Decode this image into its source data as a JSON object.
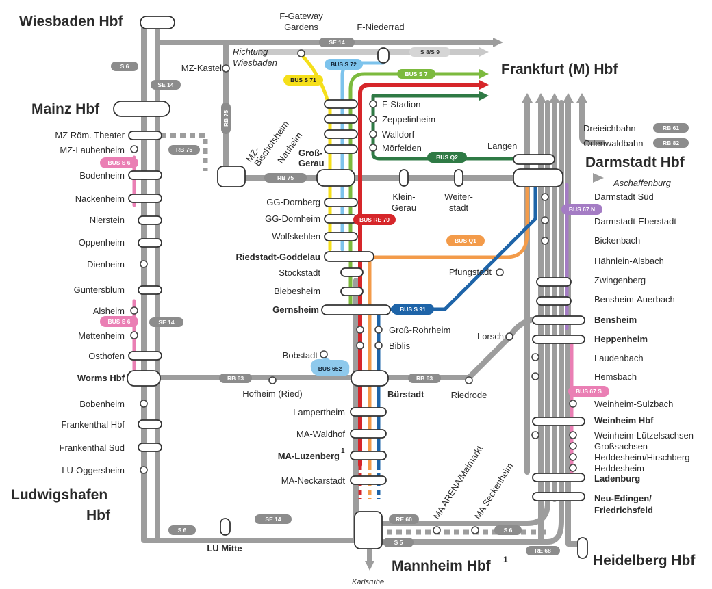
{
  "colors": {
    "track": "#9d9d9d",
    "track_light": "#c9c9c9",
    "s71_yellow": "#f5df1a",
    "s72_blue": "#7dc3ec",
    "s7_green": "#7cba3e",
    "re70_red": "#d6262a",
    "q2_darkgreen": "#2f7a45",
    "q1_orange": "#f39b4a",
    "s91_navy": "#1e64a8",
    "s6_pink": "#ea7fb4",
    "s67_purple": "#a47cc4",
    "b652_lightblue": "#8ec9ec",
    "tag_grey": "#8c8c8c"
  },
  "hubs": {
    "wiesbaden": "Wiesbaden Hbf",
    "frankfurt": "Frankfurt (M) Hbf",
    "mainz": "Mainz Hbf",
    "darmstadt": "Darmstadt Hbf",
    "ludwigshafen_1": "Ludwigshafen",
    "ludwigshafen_2": "Hbf",
    "mannheim": "Mannheim Hbf",
    "mannheim_sup": "1",
    "heidelberg": "Heidelberg Hbf"
  },
  "directions": {
    "richtung_1": "Richtung",
    "richtung_2": "Wiesbaden",
    "aschaffenburg": "Aschaffenburg",
    "karlsruhe": "Karlsruhe"
  },
  "left_stations": [
    "MZ Röm. Theater",
    "MZ-Laubenheim",
    "Bodenheim",
    "Nackenheim",
    "Nierstein",
    "Oppenheim",
    "Dienheim",
    "Guntersblum",
    "Alsheim",
    "Mettenheim",
    "Osthofen",
    "Worms Hbf",
    "Bobenheim",
    "Frankenthal Hbf",
    "Frankenthal Süd",
    "LU-Oggersheim"
  ],
  "mid_stations": {
    "mz_kastel": "MZ-Kastel",
    "gateway_1": "F-Gateway",
    "gateway_2": "Gardens",
    "niederrad": "F-Niederrad",
    "mz_bischofsheim_1": "MZ-",
    "mz_bischofsheim_2": "Bischofsheim",
    "nauheim": "Nauheim",
    "gross_gerau_1": "Groß-",
    "gross_gerau_2": "Gerau",
    "f_stadion": "F-Stadion",
    "zeppelinheim": "Zeppelinheim",
    "walldorf": "Walldorf",
    "moerfelden": "Mörfelden",
    "langen": "Langen",
    "klein_gerau_1": "Klein-",
    "klein_gerau_2": "Gerau",
    "weiterstadt_1": "Weiter-",
    "weiterstadt_2": "stadt",
    "gg_dornberg": "GG-Dornberg",
    "gg_dornheim": "GG-Dornheim",
    "wolfskehlen": "Wolfskehlen",
    "riedstadt": "Riedstadt-Goddelau",
    "stockstadt": "Stockstadt",
    "biebesheim": "Biebesheim",
    "gernsheim": "Gernsheim",
    "pfungstadt": "Pfungstadt",
    "gross_rohrheim": "Groß-Rohrheim",
    "biblis": "Biblis",
    "lorsch": "Lorsch",
    "bobstadt": "Bobstadt",
    "hofheim": "Hofheim (Ried)",
    "buerstadt": "Bürstadt",
    "riedrode": "Riedrode",
    "lampertheim": "Lampertheim",
    "ma_waldhof": "MA-Waldhof",
    "ma_luzenberg": "MA-Luzenberg",
    "ma_luzenberg_sup": "1",
    "ma_neckarstadt": "MA-Neckarstadt",
    "ma_arena": "MA ARENA/Maimarkt",
    "ma_seckenheim": "MA Seckenheim",
    "lu_mitte": "LU Mitte"
  },
  "right_stations": [
    "Darmstadt Süd",
    "Darmstadt-Eberstadt",
    "Bickenbach",
    "Hähnlein-Alsbach",
    "Zwingenberg",
    "Bensheim-Auerbach",
    "Bensheim",
    "Heppenheim",
    "Laudenbach",
    "Hemsbach",
    "Weinheim-Sulzbach",
    "Weinheim Hbf",
    "Weinheim-Lützelsachsen",
    "Großsachsen",
    "Heddesheim/Hirschberg",
    "Heddesheim",
    "Ladenburg",
    "Neu-Edingen/",
    "Friedrichsfeld"
  ],
  "branches": {
    "dreieichbahn": "Dreieichbahn",
    "odenwaldbahn": "Odenwaldbahn"
  },
  "line_tags": {
    "se14": "SE 14",
    "s8s9": "S 8/S 9",
    "s6": "S 6",
    "rb75": "RB 75",
    "bus_s71": "BUS S 71",
    "bus_s72": "BUS S 72",
    "bus_s7": "BUS S 7",
    "bus_q2": "BUS Q2",
    "bus_re70": "BUS RE 70",
    "bus_q1": "BUS Q1",
    "bus_s91": "BUS S 91",
    "bus_s6": "BUS S 6",
    "bus_652": "BUS 652",
    "bus_s67n": "BUS 67 N",
    "bus_s67s": "BUS 67 S",
    "rb61": "RB 61",
    "rb82": "RB 82",
    "rb63": "RB 63",
    "re60": "RE 60",
    "re68": "RE 68",
    "s5": "S 5"
  }
}
